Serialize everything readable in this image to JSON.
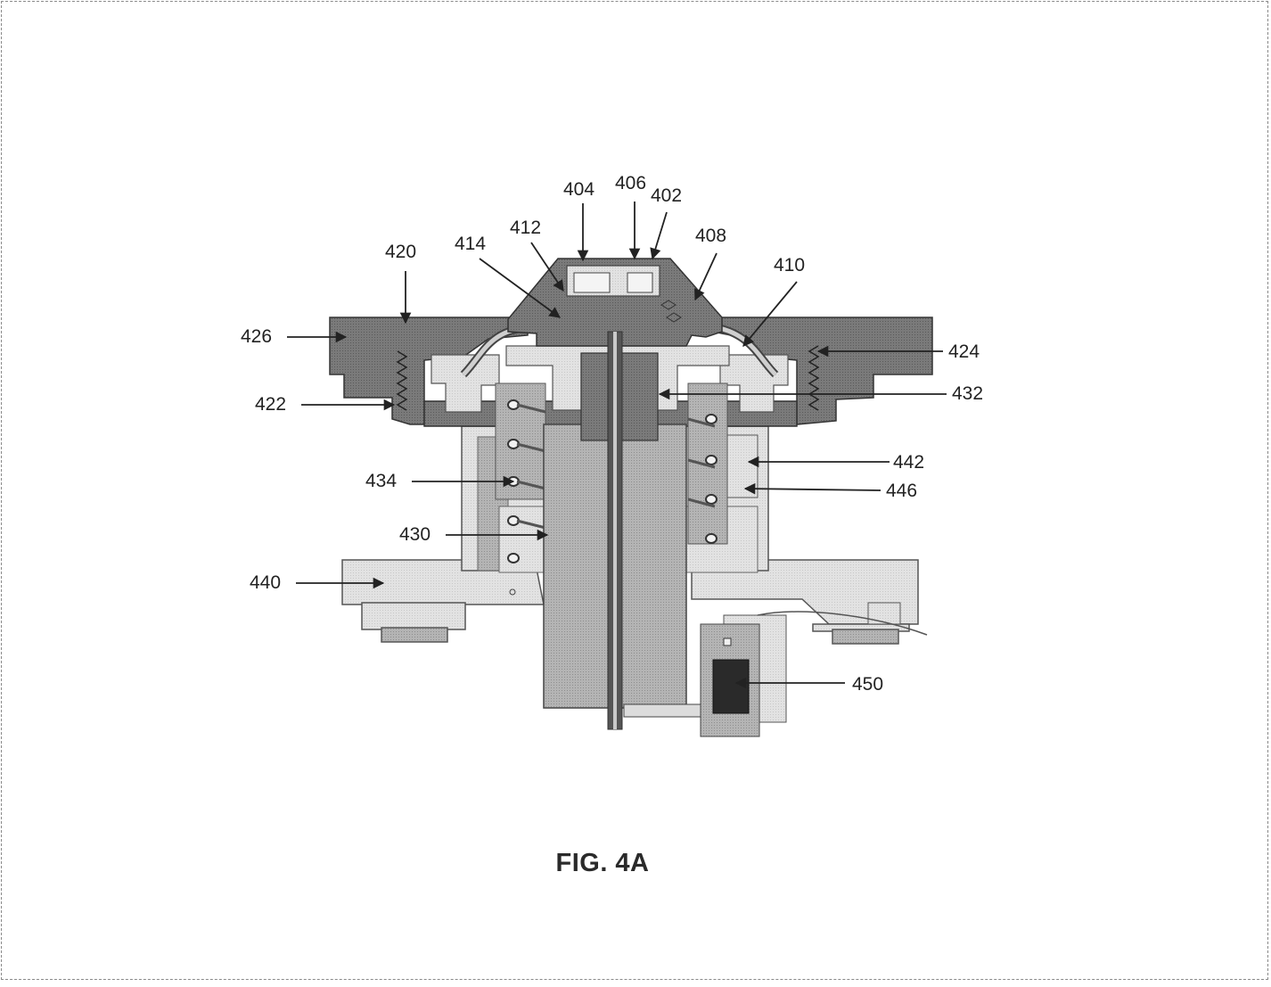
{
  "figure": {
    "caption": "FIG. 4A",
    "reference_numerals": {
      "ref_402": "402",
      "ref_404": "404",
      "ref_406": "406",
      "ref_408": "408",
      "ref_410": "410",
      "ref_412": "412",
      "ref_414": "414",
      "ref_420": "420",
      "ref_422": "422",
      "ref_424": "424",
      "ref_426": "426",
      "ref_430": "430",
      "ref_432": "432",
      "ref_434": "434",
      "ref_440": "440",
      "ref_442": "442",
      "ref_446": "446",
      "ref_450": "450"
    }
  },
  "colors": {
    "dark_housing": "#6e6e6e",
    "mid_gray": "#a8a8a8",
    "light_gray": "#dadada",
    "very_light": "#ececec",
    "outline": "#3a3a3a"
  }
}
